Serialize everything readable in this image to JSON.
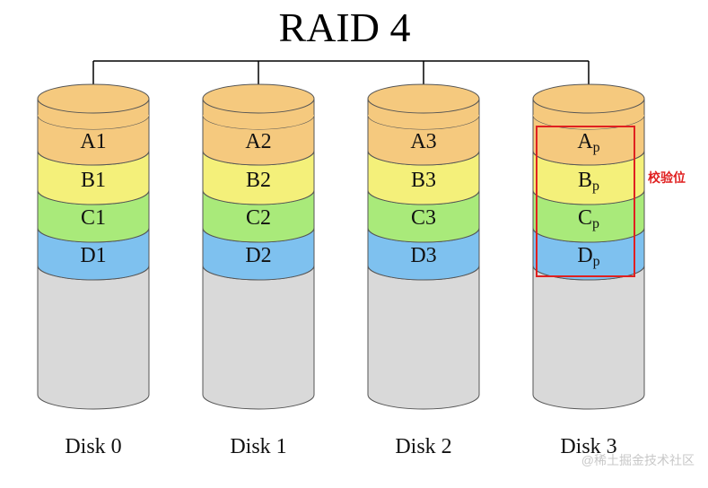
{
  "title": "RAID 4",
  "colors": {
    "block_a": "#f5c97e",
    "block_b": "#f4f07a",
    "block_c": "#a9ea7a",
    "block_d": "#7ec1ef",
    "disk_body": "#d9d9d9",
    "outline": "#555555",
    "connector": "#000000",
    "parity_box": "#e02020",
    "watermark": "#c8c8c8"
  },
  "disks": [
    {
      "label": "Disk 0",
      "blocks": [
        {
          "main": "A1",
          "sub": ""
        },
        {
          "main": "B1",
          "sub": ""
        },
        {
          "main": "C1",
          "sub": ""
        },
        {
          "main": "D1",
          "sub": ""
        }
      ]
    },
    {
      "label": "Disk 1",
      "blocks": [
        {
          "main": "A2",
          "sub": ""
        },
        {
          "main": "B2",
          "sub": ""
        },
        {
          "main": "C2",
          "sub": ""
        },
        {
          "main": "D2",
          "sub": ""
        }
      ]
    },
    {
      "label": "Disk 2",
      "blocks": [
        {
          "main": "A3",
          "sub": ""
        },
        {
          "main": "B3",
          "sub": ""
        },
        {
          "main": "C3",
          "sub": ""
        },
        {
          "main": "D3",
          "sub": ""
        }
      ]
    },
    {
      "label": "Disk 3",
      "blocks": [
        {
          "main": "A",
          "sub": "p"
        },
        {
          "main": "B",
          "sub": "p"
        },
        {
          "main": "C",
          "sub": "p"
        },
        {
          "main": "D",
          "sub": "p"
        }
      ]
    }
  ],
  "parity_label": "校验位",
  "watermark": "@稀土掘金技术社区"
}
